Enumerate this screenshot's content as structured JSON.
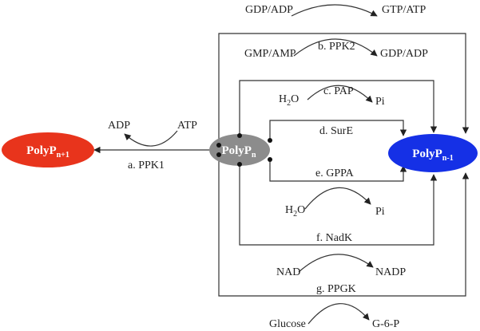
{
  "nodes": {
    "polyp_plus": {
      "base": "PolyP",
      "sub": "n+1",
      "color": "#e8341c"
    },
    "polyp_n": {
      "base": "PolyP",
      "sub": "n",
      "color": "#8c8c8c"
    },
    "polyp_minus": {
      "base": "PolyP",
      "sub": "n-1",
      "color": "#1530e6"
    }
  },
  "enzymes": {
    "ppk1": "a. PPK1",
    "ppk2": "b. PPK2",
    "pap": "c. PAP",
    "sure": "d. SurE",
    "gppa": "e. GPPA",
    "nadk": "f. NadK",
    "ppgk": "g. PPGK"
  },
  "metabolites": {
    "ppk1_in": "ATP",
    "ppk1_out": "ADP",
    "ppk2_in1": "GDP/ADP",
    "ppk2_out1": "GTP/ATP",
    "ppk2_in2": "GMP/AMP",
    "ppk2_out2": "GDP/ADP",
    "pap_in": {
      "base": "H",
      "sub": "2",
      "tail": "O"
    },
    "pap_out": "Pi",
    "gppa_in": {
      "base": "H",
      "sub": "2",
      "tail": "O"
    },
    "gppa_out": "Pi",
    "nadk_in": "NAD",
    "nadk_out": "NADP",
    "ppgk_in": "Glucose",
    "ppgk_out": "G-6-P"
  }
}
